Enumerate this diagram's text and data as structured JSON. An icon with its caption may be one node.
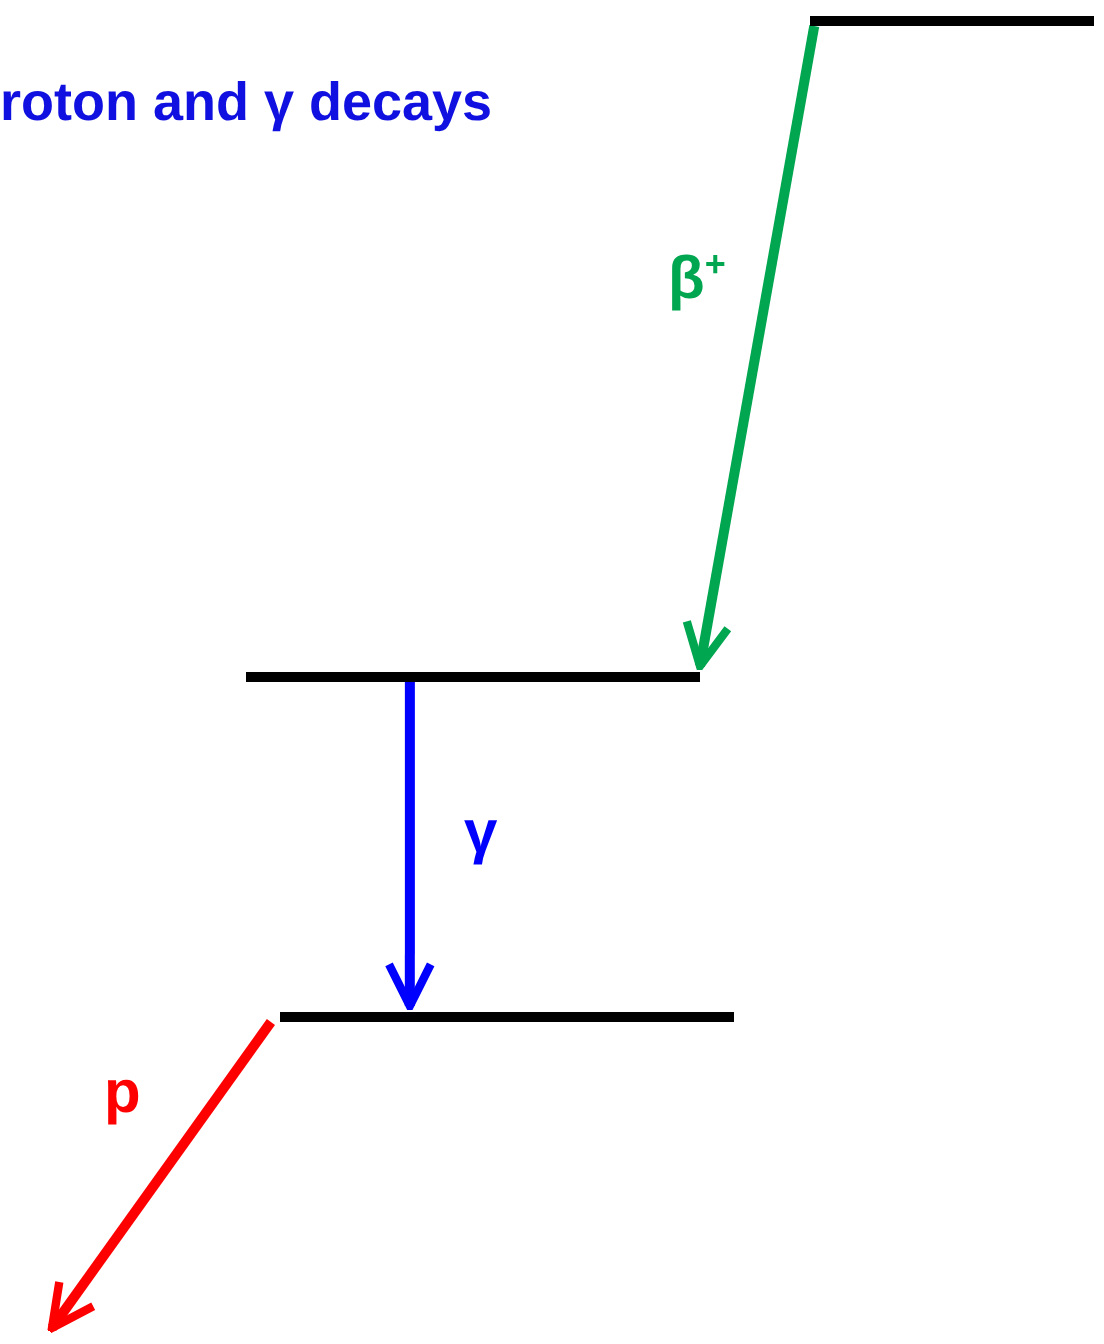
{
  "diagram": {
    "title": "roton and γ decays",
    "nodes": [
      {
        "text": [],
        "shape": "bar"
      },
      {
        "text": [],
        "shape": "bar"
      },
      {
        "text": [],
        "shape": "bar"
      }
    ],
    "edges": [
      {
        "from": 0,
        "to": 1,
        "arrow": "to",
        "label": "β$^{+}$",
        "color": "#00a650"
      },
      {
        "from": 1,
        "to": 2,
        "arrow": "to",
        "label": "γ",
        "color": "#0000ff"
      },
      {
        "from": 2,
        "to": null,
        "arrow": "to",
        "label": "p",
        "color": "#ff0000"
      }
    ]
  }
}
